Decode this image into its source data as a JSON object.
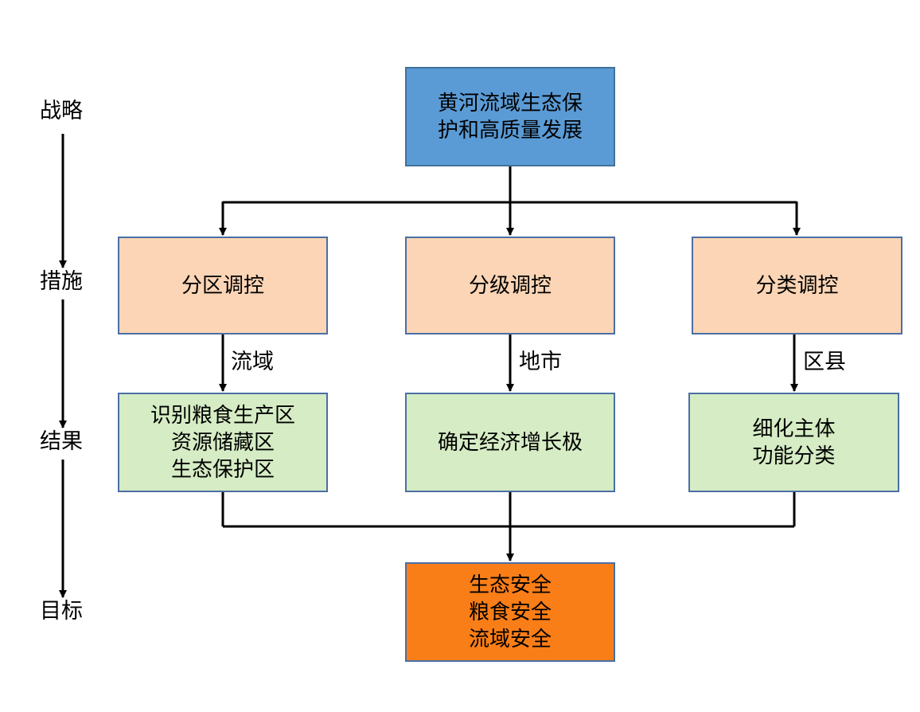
{
  "stages": [
    "战略",
    "措施",
    "结果",
    "目标"
  ],
  "strategy": {
    "lines": [
      "黄河流域生态保",
      "护和高质量发展"
    ],
    "color": "#5b9bd5"
  },
  "measures": [
    {
      "label": "分区调控",
      "scale": "流域"
    },
    {
      "label": "分级调控",
      "scale": "地市"
    },
    {
      "label": "分类调控",
      "scale": "区县"
    }
  ],
  "results": [
    {
      "lines": [
        "识别粮食生产区",
        "资源储藏区",
        "生态保护区"
      ]
    },
    {
      "lines": [
        "确定经济增长极"
      ]
    },
    {
      "lines": [
        "细化主体",
        "功能分类"
      ]
    }
  ],
  "goal": {
    "lines": [
      "生态安全",
      "粮食安全",
      "流域安全"
    ],
    "color": "#fa7e17"
  },
  "colors": {
    "measure_fill": "#fbd5b5",
    "result_fill": "#d5ecc4",
    "border": "#4a6fa5",
    "connector": "#000000"
  }
}
